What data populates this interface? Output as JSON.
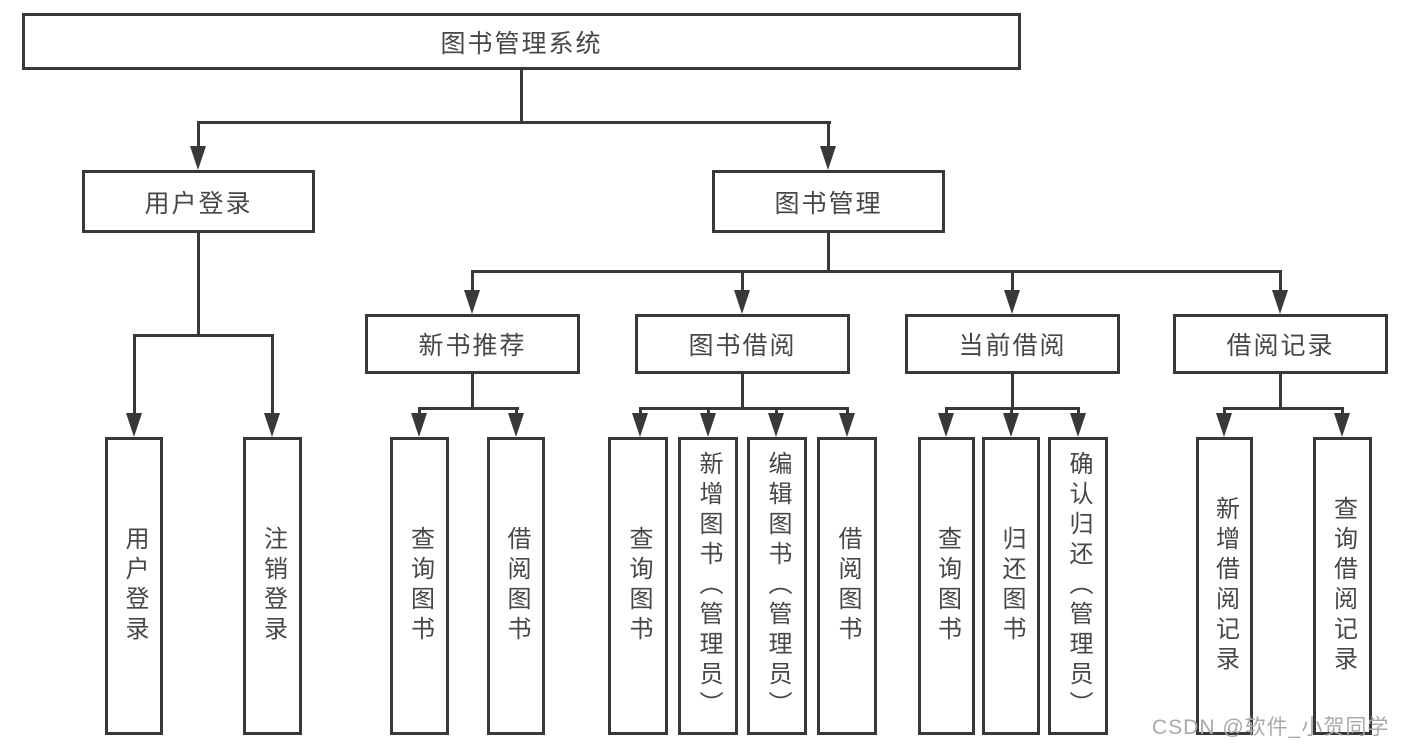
{
  "diagram_title": "图书管理系统",
  "nodes": {
    "root": "图书管理系统",
    "user_login": "用户登录",
    "book_mgmt": "图书管理",
    "new_book_rec": "新书推荐",
    "book_borrow": "图书借阅",
    "current_borrow": "当前借阅",
    "borrow_record": "借阅记录",
    "leaf_user_login": "用户登录",
    "leaf_logout": "注销登录",
    "leaf_query_book_rec": "查询图书",
    "leaf_borrow_book_rec": "借阅图书",
    "leaf_query_book_borrow": "查询图书",
    "leaf_add_book": "新增图书（管理员）",
    "leaf_edit_book": "编辑图书（管理员）",
    "leaf_borrow_book_borrow": "借阅图书",
    "leaf_query_book_current": "查询图书",
    "leaf_return_book": "归还图书",
    "leaf_confirm_return": "确认归还（管理员）",
    "leaf_add_record": "新增借阅记录",
    "leaf_query_record": "查询借阅记录"
  },
  "watermark": "CSDN @软件_小贺同学",
  "colors": {
    "line": "#383838",
    "text": "#474747",
    "watermark": "#a9a9a9",
    "background": "#ffffff"
  }
}
